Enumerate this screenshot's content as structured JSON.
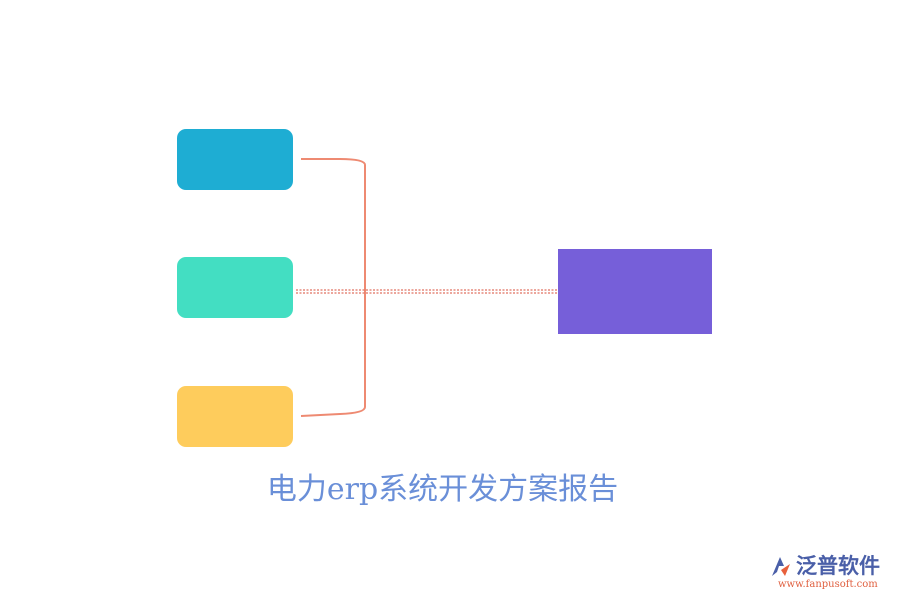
{
  "diagram": {
    "caption": "电力erp系统开发方案报告",
    "nodes": [
      {
        "id": "blue",
        "color": "#1EADD3"
      },
      {
        "id": "green",
        "color": "#43DEC2"
      },
      {
        "id": "yellow",
        "color": "#FECC5C"
      },
      {
        "id": "target",
        "color": "#765FD9"
      }
    ],
    "colors": {
      "bracket": "#EE8A72",
      "dotted_line": "#E07060",
      "caption": "#6A8FD8"
    }
  },
  "logo": {
    "name": "泛普软件",
    "url": "www.fanpusoft.com",
    "name_color": "#4A5FA8",
    "url_color": "#E06040",
    "mark_primary": "#4A5FA8",
    "mark_accent": "#E8603C"
  }
}
